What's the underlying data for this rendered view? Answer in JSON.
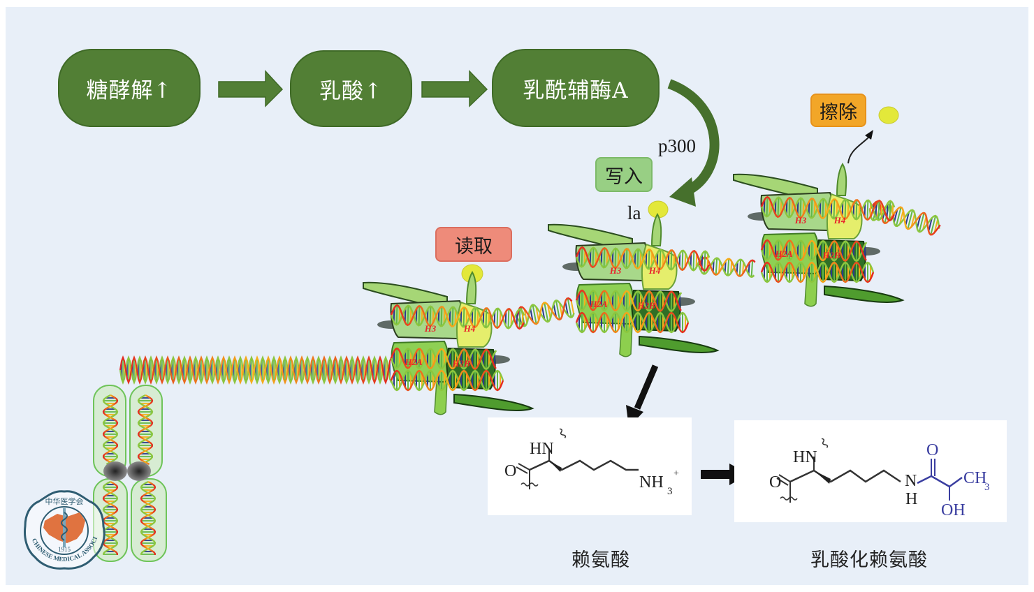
{
  "pathway": {
    "steps": [
      {
        "label": "糖酵解↑"
      },
      {
        "label": "乳酸↑"
      },
      {
        "label": "乳酰辅酶A"
      }
    ],
    "enzyme": "p300"
  },
  "tags": {
    "write": "写入",
    "read": "读取",
    "erase": "擦除"
  },
  "lactyl_label": "la",
  "histones": [
    "H3",
    "H4",
    "H2A",
    "H2B"
  ],
  "chemistry": {
    "lysine": {
      "caption": "赖氨酸",
      "atoms": {
        "hn": "HN",
        "o": "O",
        "nh3": "NH",
        "sub3": "3",
        "plus": "+"
      }
    },
    "lactyl_lysine": {
      "caption": "乳酸化赖氨酸",
      "atoms": {
        "hn": "HN",
        "o": "O",
        "n": "N",
        "h": "H",
        "o2": "O",
        "ch3": "CH",
        "sub3": "3",
        "oh": "OH"
      }
    }
  },
  "logo": {
    "top_text": "中华医学会",
    "ring_text": "CHINESE MEDICAL ASSOCIATION",
    "year": "1915"
  },
  "colors": {
    "background": "#e8eff8",
    "pill_green": "#527f35",
    "write_tag": "#98cf84",
    "read_tag": "#ee8b7a",
    "erase_tag": "#f2a628",
    "lactyl_dot": "#e3e83a",
    "lactyl_group": "#3a3ea0",
    "histone_label": "#e8232b"
  }
}
